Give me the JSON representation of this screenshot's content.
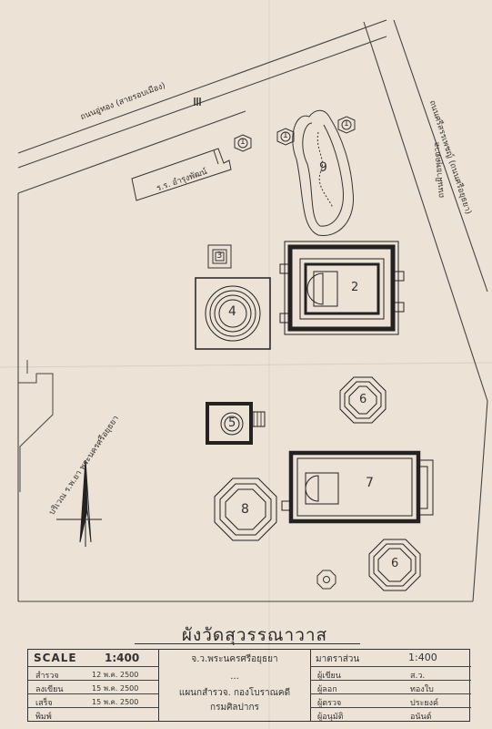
{
  "plan": {
    "title": "ผังวัดสุวรรณาวาส",
    "streets": {
      "north_road": "ถนนอู่ทอง (สายรอบเมือง)",
      "east_road": "ถนนฝ้ายพุดตาล",
      "east_land": "ถนนศรีสรรเพชญ์ (ถนนศรีอยุธยา)",
      "west_road": "บริเวณ ร.พ.ยา พระนครศรีอยุธยา",
      "building": "ร.ร. อำรุงพัฒน์"
    },
    "numbers": {
      "n1": "1",
      "n2": "2",
      "n3": "3",
      "n4": "4",
      "n5": "5",
      "n6": "6",
      "n7": "7",
      "n8": "8",
      "n9": "9"
    }
  },
  "title_block": {
    "scale_label": "SCALE",
    "scale_value": "1:400",
    "office": "จ.ว.พระนครศรีอยุธยา",
    "dots": "...",
    "dept1": "แผนกสำรวจ. กองโบราณคดี",
    "dept2": "กรมศิลปากร",
    "right_scale_label": "มาตราส่วน",
    "right_scale_value": "1:400",
    "rows_left": [
      {
        "label": "สำรวจ",
        "date": "12 พ.ค. 2500"
      },
      {
        "label": "ลงเขียน",
        "date": "15 พ.ค. 2500"
      },
      {
        "label": "เสร็จ",
        "date": "15 พ.ค. 2500"
      },
      {
        "label": "พิมพ์",
        "date": ""
      }
    ],
    "rows_right": [
      {
        "label": "ผู้เขียน",
        "name": "ส.ว."
      },
      {
        "label": "ผู้ลอก",
        "name": "ทองใบ"
      },
      {
        "label": "ผู้ตรวจ",
        "name": "ประยงค์"
      },
      {
        "label": "ผู้อนุมัติ",
        "name": "อนันต์"
      }
    ]
  }
}
